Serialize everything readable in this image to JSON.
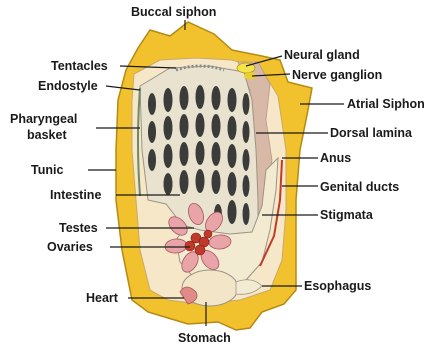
{
  "labels": {
    "buccal_siphon": "Buccal siphon",
    "neural_gland": "Neural gland",
    "nerve_ganglion": "Nerve ganglion",
    "atrial_siphon": "Atrial Siphon",
    "dorsal_lamina": "Dorsal lamina",
    "anus": "Anus",
    "genital_ducts": "Genital ducts",
    "stigmata": "Stigmata",
    "esophagus": "Esophagus",
    "stomach": "Stomach",
    "heart": "Heart",
    "ovaries": "Ovaries",
    "testes": "Testes",
    "intestine": "Intestine",
    "tunic": "Tunic",
    "pharyngeal_basket_1": "Pharyngeal",
    "pharyngeal_basket_2": "basket",
    "endostyle": "Endostyle",
    "tentacles": "Tentacles"
  },
  "colors": {
    "tunic": "#f2c12e",
    "tunic_edge": "#b58a12",
    "mantle": "#f6e7c8",
    "basket": "#e9e2cf",
    "slit": "#3b3b3b",
    "dorsal_lamina": "#d8b8a6",
    "gonad": "#e8a4a8",
    "ovary": "#c0392b",
    "stomach": "#f3e6c8",
    "neural": "#f5e34a"
  }
}
